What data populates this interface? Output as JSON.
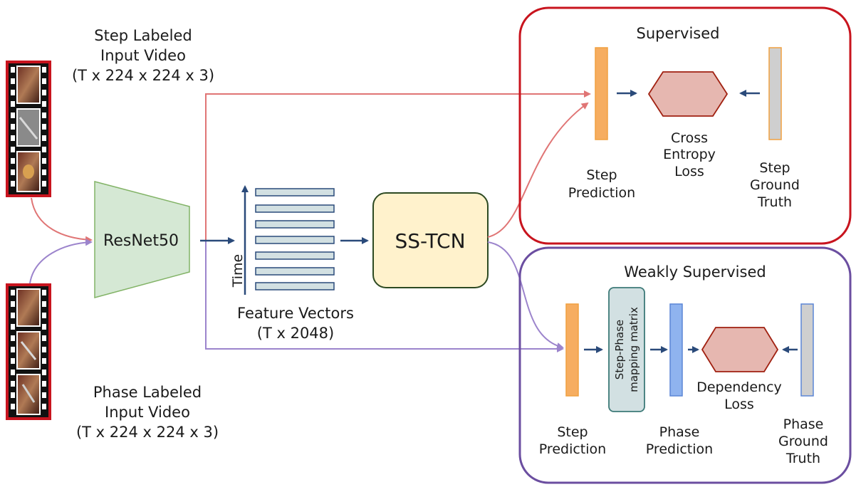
{
  "inputs": {
    "step_video_label": [
      "Step Labeled",
      "Input Video",
      "(T x 224 x 224 x 3)"
    ],
    "phase_video_label": [
      "Phase Labeled",
      "Input Video",
      "(T x 224 x 224 x 3)"
    ]
  },
  "backbone": {
    "label": "ResNet50"
  },
  "features": {
    "axis_label": "Time",
    "label": [
      "Feature Vectors",
      "(T x 2048)"
    ]
  },
  "temporal_model": {
    "label": "SS-TCN"
  },
  "supervised": {
    "title": "Supervised",
    "step_prediction": [
      "Step",
      "Prediction"
    ],
    "loss": [
      "Cross",
      "Entropy",
      "Loss"
    ],
    "ground_truth": [
      "Step",
      "Ground",
      "Truth"
    ]
  },
  "weakly_supervised": {
    "title": "Weakly Supervised",
    "step_prediction": [
      "Step",
      "Prediction"
    ],
    "mapping_matrix": [
      "Step-Phase",
      "mapping matrix"
    ],
    "phase_prediction": [
      "Phase",
      "Prediction"
    ],
    "loss": [
      "Dependency",
      "Loss"
    ],
    "ground_truth": [
      "Phase",
      "Ground",
      "Truth"
    ]
  },
  "colors": {
    "supervised_border": "#c8141e",
    "weak_border": "#6b4ea0",
    "red_arrow": "#e07575",
    "purple_arrow": "#9c84cc",
    "navy_arrow": "#2a4a7a",
    "resnet_fill": "#d5e8d4",
    "sstcn_fill": "#fff2cc",
    "step_pred_fill": "#f6ad60",
    "phase_pred_fill": "#8fb3ef",
    "ground_truth_fill": "#cfcfcf",
    "loss_fill": "#e6b7b0",
    "mapping_fill": "#d2e0e2"
  }
}
